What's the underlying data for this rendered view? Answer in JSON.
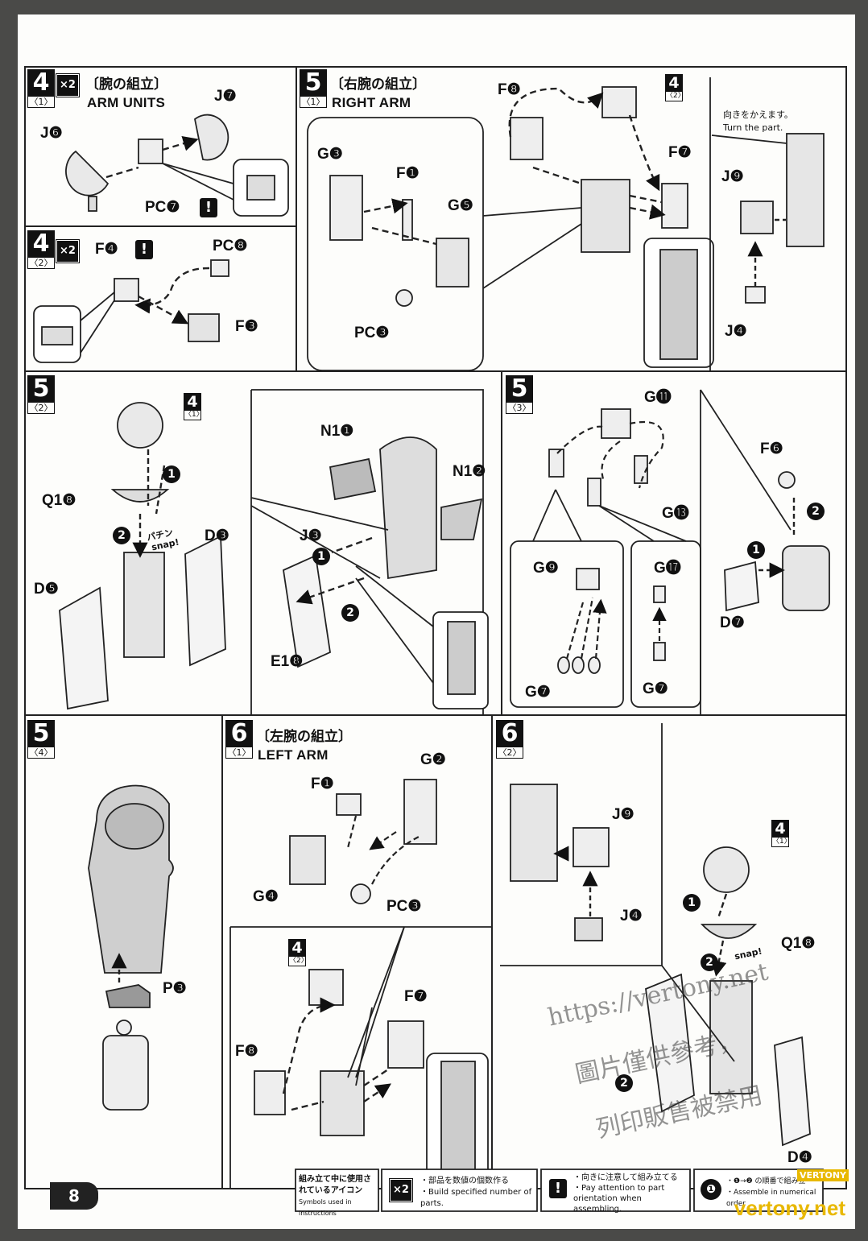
{
  "page_number": "8",
  "steps": {
    "s4_1": {
      "num": "4",
      "sub": "〈1〉",
      "mult": "×2",
      "title_jp": "〔腕の組立〕",
      "title_en": "ARM UNITS",
      "parts": {
        "j7": "J❼",
        "j6": "J❻",
        "pc7": "PC❼"
      },
      "warn": "!"
    },
    "s4_2": {
      "num": "4",
      "sub": "〈2〉",
      "mult": "×2",
      "parts": {
        "f4": "F❹",
        "pc8": "PC❽",
        "f3": "F❸"
      },
      "warn": "!"
    },
    "s5_1": {
      "num": "5",
      "sub": "〈1〉",
      "title_jp": "〔右腕の組立〕",
      "title_en": "RIGHT ARM",
      "parts": {
        "g3": "G❸",
        "f1": "F❶",
        "g5": "G❺",
        "pc3": "PC❸",
        "f8": "F❽",
        "f7": "F❼",
        "j9": "J❾",
        "j4": "J❹"
      },
      "ref": {
        "num": "4",
        "sub": "〈2〉"
      },
      "note_jp": "向きをかえます。",
      "note_en": "Turn the part."
    },
    "s5_2": {
      "num": "5",
      "sub": "〈2〉",
      "parts": {
        "q18": "Q1❽",
        "d3": "D❸",
        "d5": "D❺",
        "n11": "N1❶",
        "n12": "N1❷",
        "j3": "J❸",
        "e18": "E1❽"
      },
      "ref": {
        "num": "4",
        "sub": "〈1〉"
      },
      "snap_jp": "パチン",
      "snap_en": "snap!"
    },
    "s5_3": {
      "num": "5",
      "sub": "〈3〉",
      "parts": {
        "g11": "G⓫",
        "g13": "G⓭",
        "f6": "F❻",
        "g9": "G❾",
        "g17": "G⓱",
        "g7a": "G❼",
        "g7b": "G❼",
        "d7": "D❼"
      }
    },
    "s5_4": {
      "num": "5",
      "sub": "〈4〉",
      "parts": {
        "p3": "P❸"
      }
    },
    "s6_1": {
      "num": "6",
      "sub": "〈1〉",
      "title_jp": "〔左腕の組立〕",
      "title_en": "LEFT ARM",
      "parts": {
        "f1": "F❶",
        "g2": "G❷",
        "g4": "G❹",
        "pc3": "PC❸",
        "f7": "F❼",
        "f8": "F❽"
      },
      "ref": {
        "num": "4",
        "sub": "〈2〉"
      }
    },
    "s6_2": {
      "num": "6",
      "sub": "〈2〉",
      "parts": {
        "j9": "J❾",
        "j4": "J❹",
        "q18": "Q1❽",
        "d4": "D❹"
      },
      "ref": {
        "num": "4",
        "sub": "〈1〉"
      },
      "snap_en": "snap!"
    }
  },
  "legend": {
    "header_jp": "組み立て中に使用されているアイコン",
    "header_en": "Symbols used in instructions",
    "x2": "×2",
    "x2_jp": "・部品を数値の個数作る",
    "x2_en": "・Build specified number of parts.",
    "warn": "!",
    "warn_jp": "・向きに注意して組み立てる",
    "warn_en": "・Pay attention to part orientation when assembling.",
    "order_num": "❶",
    "order_jp": "・❶→❷ の順番で組み立",
    "order_en": "・Assemble in numerical order"
  },
  "watermark": {
    "url": "https://vertony.net",
    "cn_1": "圖片僅供參考，",
    "cn_2": "列印販售被禁用",
    "brand": "vertony.net",
    "badge": "VERTONY"
  }
}
